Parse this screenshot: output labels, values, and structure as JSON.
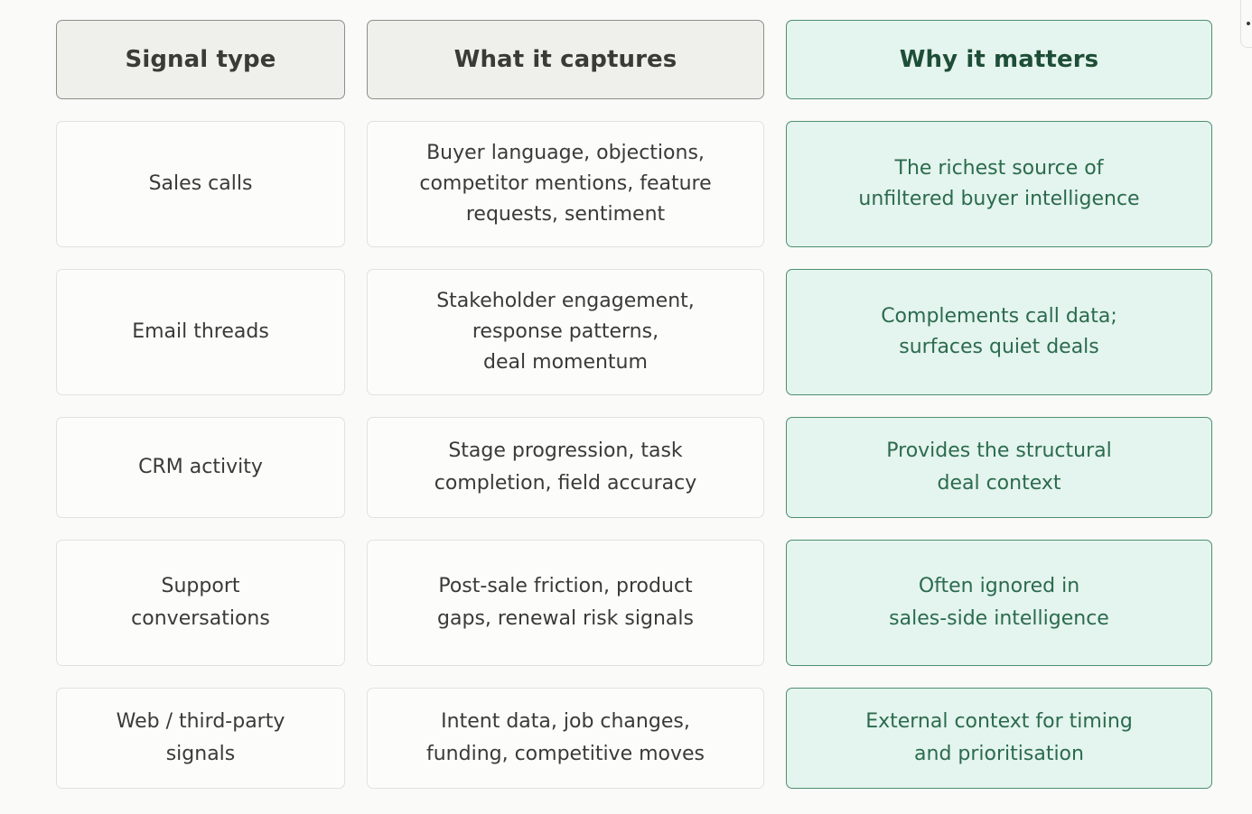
{
  "headers": {
    "signal_type": "Signal type",
    "what_it_captures": "What it captures",
    "why_it_matters": "Why it matters"
  },
  "rows": [
    {
      "signal": "Sales calls",
      "captures": "Buyer language, objections,\ncompetitor mentions, feature\nrequests, sentiment",
      "matters": "The richest source of\nunfiltered buyer intelligence"
    },
    {
      "signal": "Email threads",
      "captures": "Stakeholder engagement,\nresponse patterns,\ndeal momentum",
      "matters": "Complements call data;\nsurfaces quiet deals"
    },
    {
      "signal": "CRM activity",
      "captures": "Stage progression, task\ncompletion, field accuracy",
      "matters": "Provides the structural\ndeal context"
    },
    {
      "signal": "Support\nconversations",
      "captures": "Post-sale friction, product\ngaps, renewal risk signals",
      "matters": "Often ignored in\nsales-side intelligence"
    },
    {
      "signal": "Web / third-party\nsignals",
      "captures": "Intent data, job changes,\nfunding, competitive moves",
      "matters": "External context for timing\nand prioritisation"
    }
  ],
  "colors": {
    "header_neutral_bg": "#efefeb",
    "highlight_bg": "#e4f4ee",
    "highlight_border": "#4d8f70",
    "highlight_text": "#2b6b4d",
    "text": "#3a3a36"
  }
}
